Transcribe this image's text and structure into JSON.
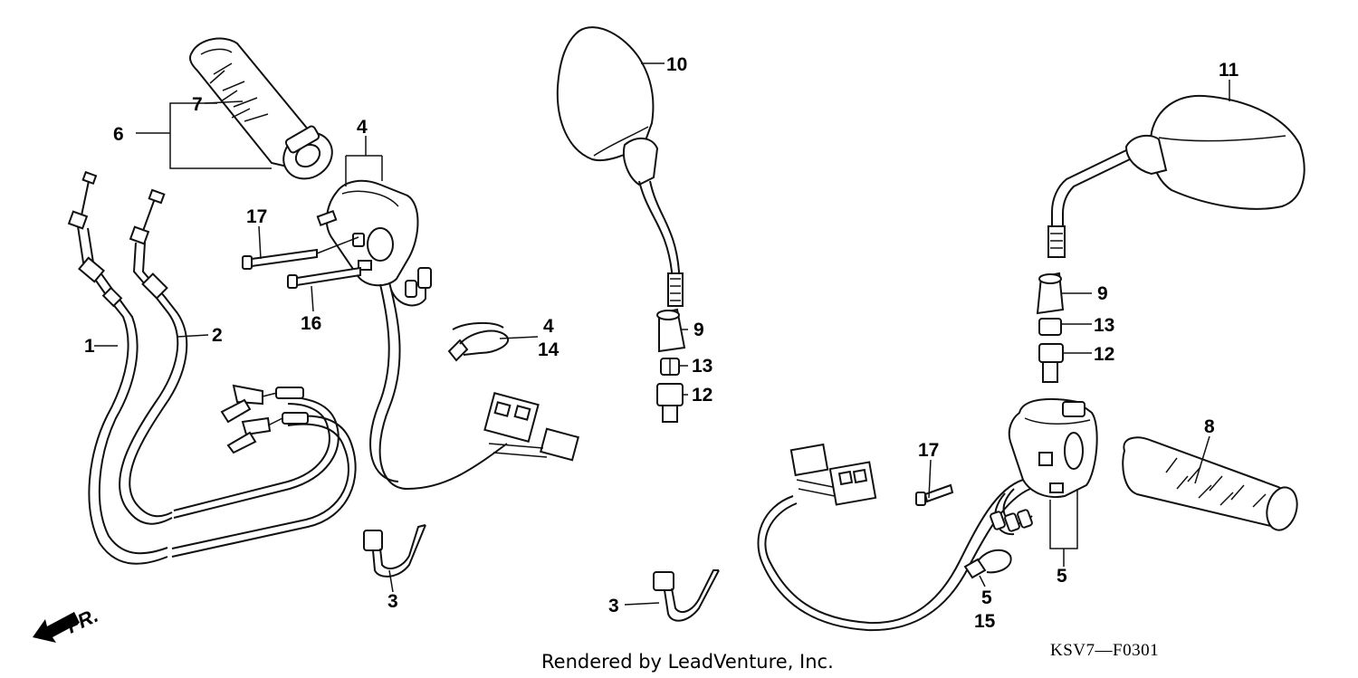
{
  "diagram": {
    "labels": {
      "l1": "1",
      "l2": "2",
      "l3a": "3",
      "l3b": "3",
      "l4a": "4",
      "l4b": "4",
      "l5a": "5",
      "l5b": "5",
      "l6": "6",
      "l7": "7",
      "l8": "8",
      "l9a": "9",
      "l9b": "9",
      "l10": "10",
      "l11": "11",
      "l12a": "12",
      "l12b": "12",
      "l13a": "13",
      "l13b": "13",
      "l14": "14",
      "l15": "15",
      "l16": "16",
      "l17a": "17",
      "l17b": "17"
    },
    "direction_label": "FR.",
    "credit": "Rendered by LeadVenture, Inc.",
    "diagram_code": "KSV7—F0301"
  }
}
